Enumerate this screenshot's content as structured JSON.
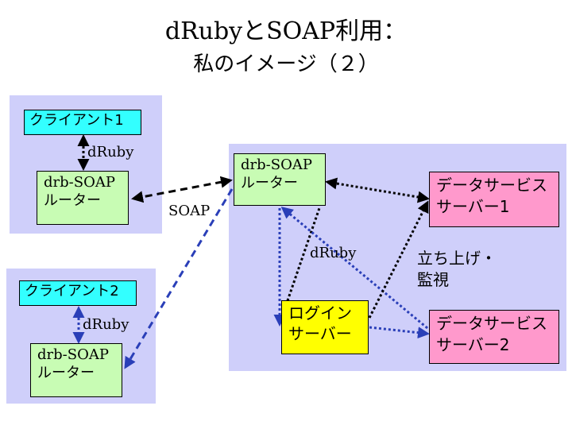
{
  "title": {
    "line1": "dRubyとSOAP利用：",
    "line2": "私のイメージ（２）"
  },
  "nodes": {
    "client1": "クライアント1",
    "router_a": {
      "line1": "drb-SOAP",
      "line2": "ルーター"
    },
    "client2": "クライアント2",
    "router_b": {
      "line1": "drb-SOAP",
      "line2": "ルーター"
    },
    "router_center": {
      "line1": "drb-SOAP",
      "line2": "ルーター"
    },
    "service1": {
      "line1": "データサービス",
      "line2": "サーバー1"
    },
    "service2": {
      "line1": "データサービス",
      "line2": "サーバー2"
    },
    "login": {
      "line1": "ログイン",
      "line2": "サーバー"
    }
  },
  "labels": {
    "druby_client1": "dRuby",
    "druby_client2": "dRuby",
    "soap": "SOAP",
    "druby_center": "dRuby",
    "startup": {
      "line1": "立ち上げ・",
      "line2": "監視"
    }
  },
  "colors": {
    "panel": "#cfcffa",
    "client": "#33ffff",
    "router": "#c8fcb4",
    "service": "#ff99cc",
    "login": "#ffff00",
    "blue_arrow": "#2a3fb8"
  }
}
